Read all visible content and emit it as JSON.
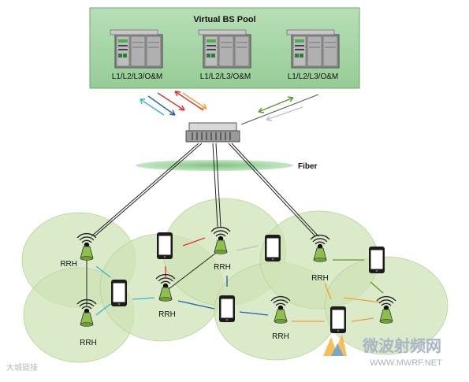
{
  "pool": {
    "title": "Virtual BS Pool",
    "servers": [
      {
        "label": "L1/L2/L3/O&M"
      },
      {
        "label": "L1/L2/L3/O&M"
      },
      {
        "label": "L1/L2/L3/O&M"
      }
    ]
  },
  "fiber_label": "Fiber",
  "rrh_label": "RRH",
  "watermark": {
    "main": "微波射频网",
    "url": "WWW.MWRF.NET",
    "left": "大城链接"
  },
  "colors": {
    "pool_bg": "#a6d7a6",
    "cell": "#cfe3b5",
    "fiber": "#8fcf8f",
    "rrh_cone": "#8fbf4d",
    "phone_screen": "#ffffff",
    "arrow_cyan": "#32b8c8",
    "arrow_blue": "#2060b0",
    "arrow_red": "#e03030",
    "arrow_orange": "#f0a030",
    "arrow_green": "#5a9a2a",
    "arrow_gray": "#c0c0c0"
  }
}
